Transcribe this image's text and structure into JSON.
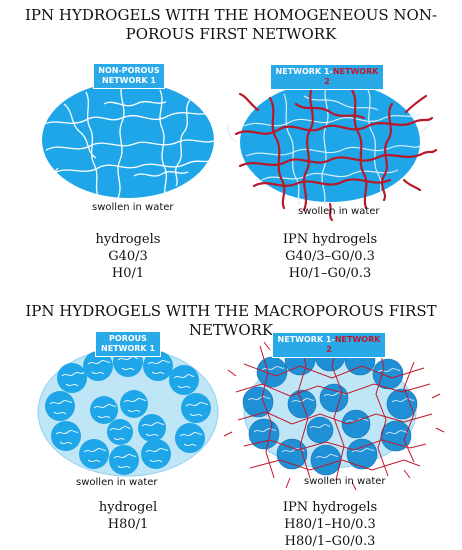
{
  "titles": {
    "top": "IPN HYDROGELS WITH THE HOMOGENEOUS NON-POROUS FIRST NETWORK",
    "bottom": "IPN HYDROGELS WITH THE MACROPOROUS FIRST NETWORK"
  },
  "panels": {
    "nonporous_single": {
      "tag_line1": "NON-POROUS",
      "tag_line2": "NETWORK 1",
      "water": "swollen in water",
      "caption": [
        "hydrogels",
        "G40/3",
        "H0/1"
      ]
    },
    "nonporous_ipn": {
      "tag_part1": "NETWORK 1-",
      "tag_part2": "NETWORK 2",
      "water": "swollen in water",
      "caption": [
        "IPN hydrogels",
        "G40/3–G0/0.3",
        "H0/1–G0/0.3"
      ]
    },
    "porous_single": {
      "tag_line1": "POROUS",
      "tag_line2": "NETWORK 1",
      "water": "swollen in water",
      "caption": [
        "hydrogel",
        "H80/1"
      ]
    },
    "porous_ipn": {
      "tag_part1": "NETWORK 1-",
      "tag_part2": "NETWORK 2",
      "water": "swollen in water",
      "caption": [
        "IPN hydrogels",
        "H80/1–H0/0.3",
        "H80/1–G0/0.3"
      ]
    }
  },
  "colors": {
    "gel_blue": "#1fa6e8",
    "light_blue": "#bfe6f7",
    "network2_red": "#b8192a",
    "chain_white": "#ffffff"
  }
}
